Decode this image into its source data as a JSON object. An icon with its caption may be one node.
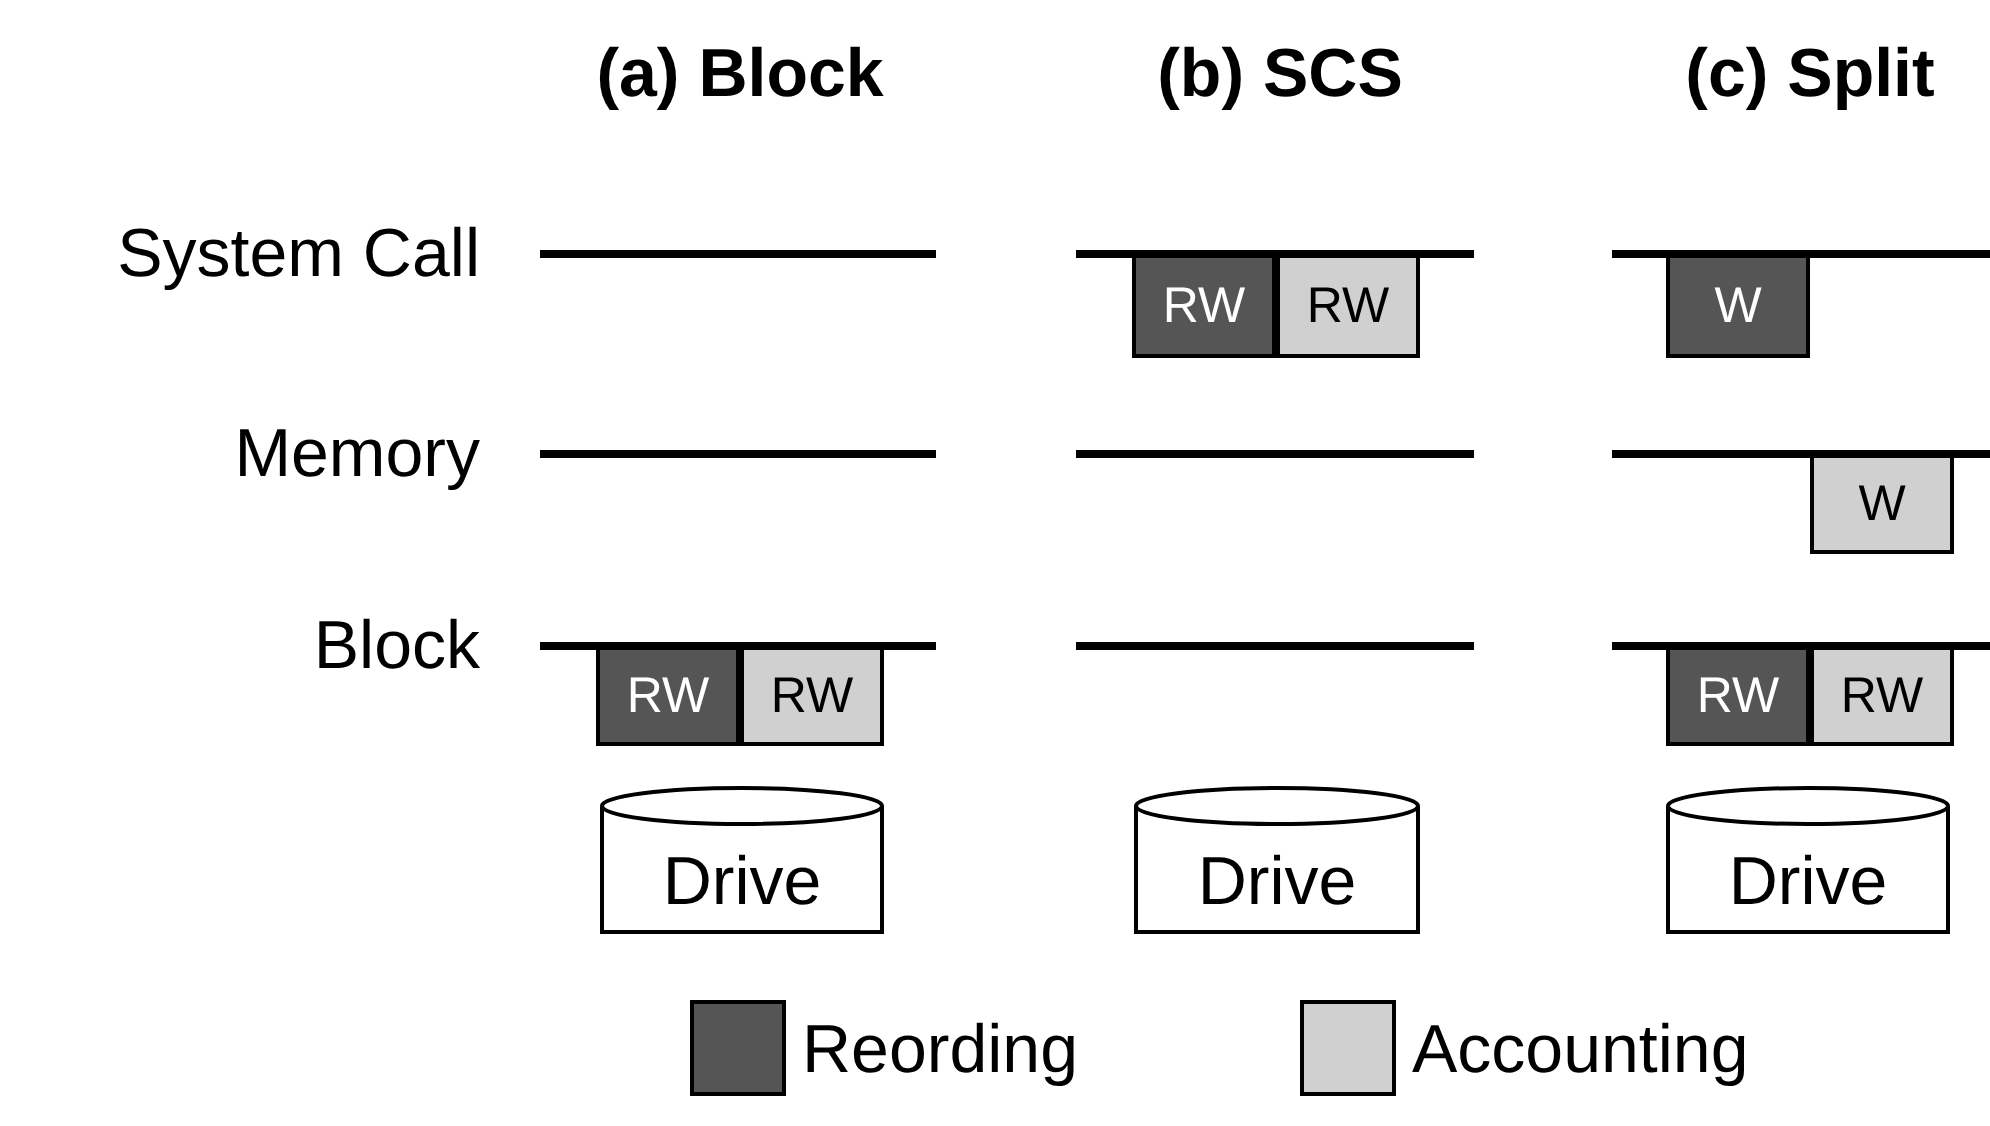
{
  "diagram": {
    "nodes": [
      {
        "text": [
          "RW"
        ]
      },
      {
        "text": [
          "RW"
        ]
      },
      {
        "text": [
          "W"
        ]
      },
      {
        "text": [
          "W"
        ]
      },
      {
        "text": [
          "RW"
        ]
      },
      {
        "text": [
          "RW"
        ]
      },
      {
        "text": [
          "RW"
        ]
      },
      {
        "text": [
          "RW"
        ]
      },
      {
        "text": [
          "Drive"
        ]
      },
      {
        "text": [
          "Drive"
        ]
      },
      {
        "text": [
          "Drive"
        ]
      }
    ],
    "edges": [],
    "labels": [
      "(a) Block",
      "(b) SCS",
      "(c) Split",
      "System Call",
      "Memory",
      "Block"
    ],
    "legend": [
      {
        "text": "Reording",
        "color": "#555555"
      },
      {
        "text": "Accounting",
        "color": "#d0d0d0"
      }
    ]
  }
}
